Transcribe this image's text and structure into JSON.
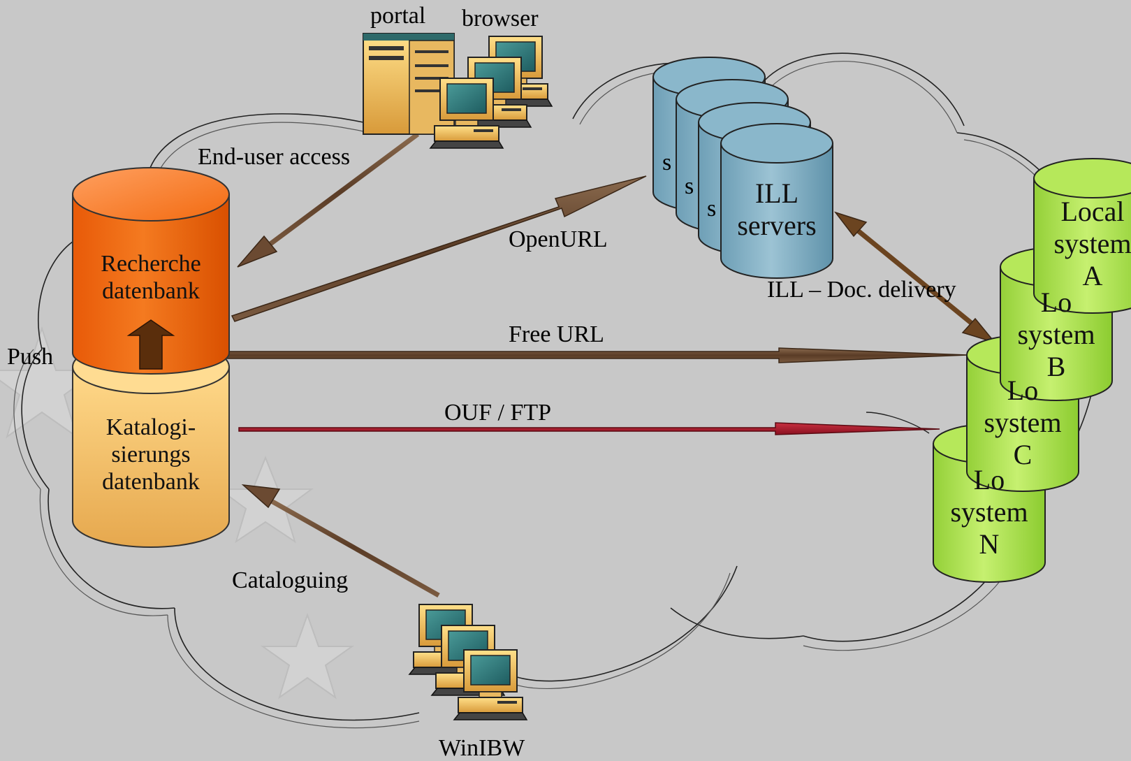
{
  "labels": {
    "portal": "portal",
    "browser": "browser",
    "end_user_access": "End-user access",
    "openurl": "OpenURL",
    "ill_doc_delivery": "ILL – Doc. delivery",
    "free_url": "Free URL",
    "ouf_ftp": "OUF / FTP",
    "push": "Push",
    "cataloguing": "Cataloguing",
    "winibw": "WinIBW"
  },
  "databases": {
    "recherche": {
      "line1": "Recherche",
      "line2": "datenbank"
    },
    "katalog": {
      "line1": "Katalogi-",
      "line2": "sierungs",
      "line3": "datenbank"
    }
  },
  "ill_servers": {
    "line1": "ILL",
    "line2": "servers",
    "peek": "s"
  },
  "local_systems": [
    {
      "line1": "Local",
      "line2": "system",
      "line3": "A"
    },
    {
      "line1": "Lo",
      "line2": "system",
      "line3": "B"
    },
    {
      "line1": "Lo",
      "line2": "system",
      "line3": "C"
    },
    {
      "line1": "Lo",
      "line2": "system",
      "line3": "N"
    }
  ],
  "colors": {
    "background": "#c8c8c8",
    "recherche": "#f26a10",
    "katalog": "#f6c56a",
    "ill": "#7ba9be",
    "local": "#a8e044",
    "arrow_brown": "#6b4a32",
    "arrow_red": "#a0182a"
  }
}
